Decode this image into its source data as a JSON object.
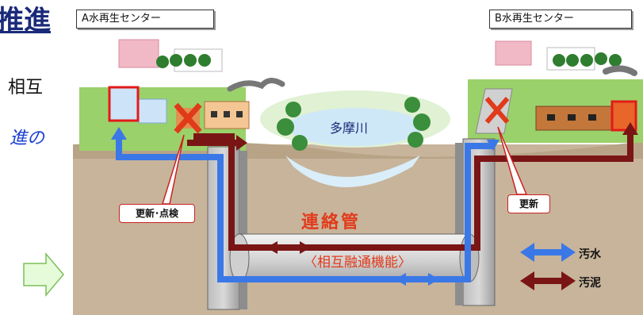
{
  "heading_fragment": "推進",
  "side_text": {
    "line1": "相互",
    "line2": "進の"
  },
  "center_a": "A水再生センター",
  "center_b": "B水再生センター",
  "callout_a": "更新･点検",
  "callout_b": "更新",
  "river": "多摩川",
  "pipe_title": "連絡管",
  "pipe_sub": "〈相互融通機能〉",
  "legend": {
    "water": "汚水",
    "sludge": "汚泥"
  },
  "colors": {
    "water": "#3b78e7",
    "sludge": "#7a1515",
    "pipe_title": "#e23a1a",
    "callout_border": "#cc2222"
  }
}
